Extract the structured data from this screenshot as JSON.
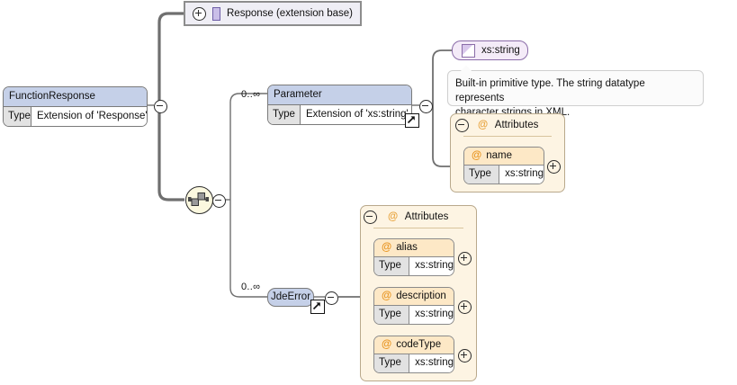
{
  "diagram": {
    "type": "xml-schema-diagram",
    "title": "FunctionResponse complexType diagram"
  },
  "root": {
    "name": "FunctionResponse",
    "type_key": "Type",
    "type_value": "Extension of 'Response'",
    "toggle": "minus"
  },
  "extension_base": {
    "label": "Response (extension base)",
    "toggle": "plus",
    "icon": "lilac-square-icon"
  },
  "compositor": {
    "kind": "sequence",
    "icon": "sequence-icon",
    "toggle": "minus"
  },
  "children": [
    {
      "name": "Parameter",
      "occurrence": "0..∞",
      "type_key": "Type",
      "type_value": "Extension of 'xs:string'",
      "link_badge": "external-link-icon",
      "toggle": "minus"
    },
    {
      "name": "JdeError",
      "occurrence": "0..∞",
      "link_badge": "external-link-icon",
      "toggle": "minus"
    }
  ],
  "simple_type": {
    "label": "xs:string",
    "icon": "simple-type-icon"
  },
  "annotation": {
    "line1": "Built-in primitive type. The string datatype represents",
    "line2": "character strings in XML."
  },
  "attribute_groups": [
    {
      "id": "parameter-attributes",
      "title": "Attributes",
      "icon": "at-icon",
      "toggle": "minus",
      "attributes": [
        {
          "name": "name",
          "type_key": "Type",
          "type_value": "xs:string",
          "toggle": "plus"
        }
      ]
    },
    {
      "id": "jdeerror-attributes",
      "title": "Attributes",
      "icon": "at-icon",
      "toggle": "minus",
      "attributes": [
        {
          "name": "alias",
          "type_key": "Type",
          "type_value": "xs:string",
          "toggle": "plus"
        },
        {
          "name": "description",
          "type_key": "Type",
          "type_value": "xs:string",
          "toggle": "plus"
        },
        {
          "name": "codeType",
          "type_key": "Type",
          "type_value": "xs:string",
          "toggle": "plus"
        }
      ]
    }
  ],
  "colors": {
    "element_header": "#c5d0e8",
    "attribute_header": "#fde8c6",
    "attribute_group_bg": "#fdf4e3",
    "simple_type_bg": "#f4ebf8",
    "extension_base_bg": "#efeef5",
    "connector": "#6f6f6f",
    "at_symbol": "#e8941f"
  }
}
